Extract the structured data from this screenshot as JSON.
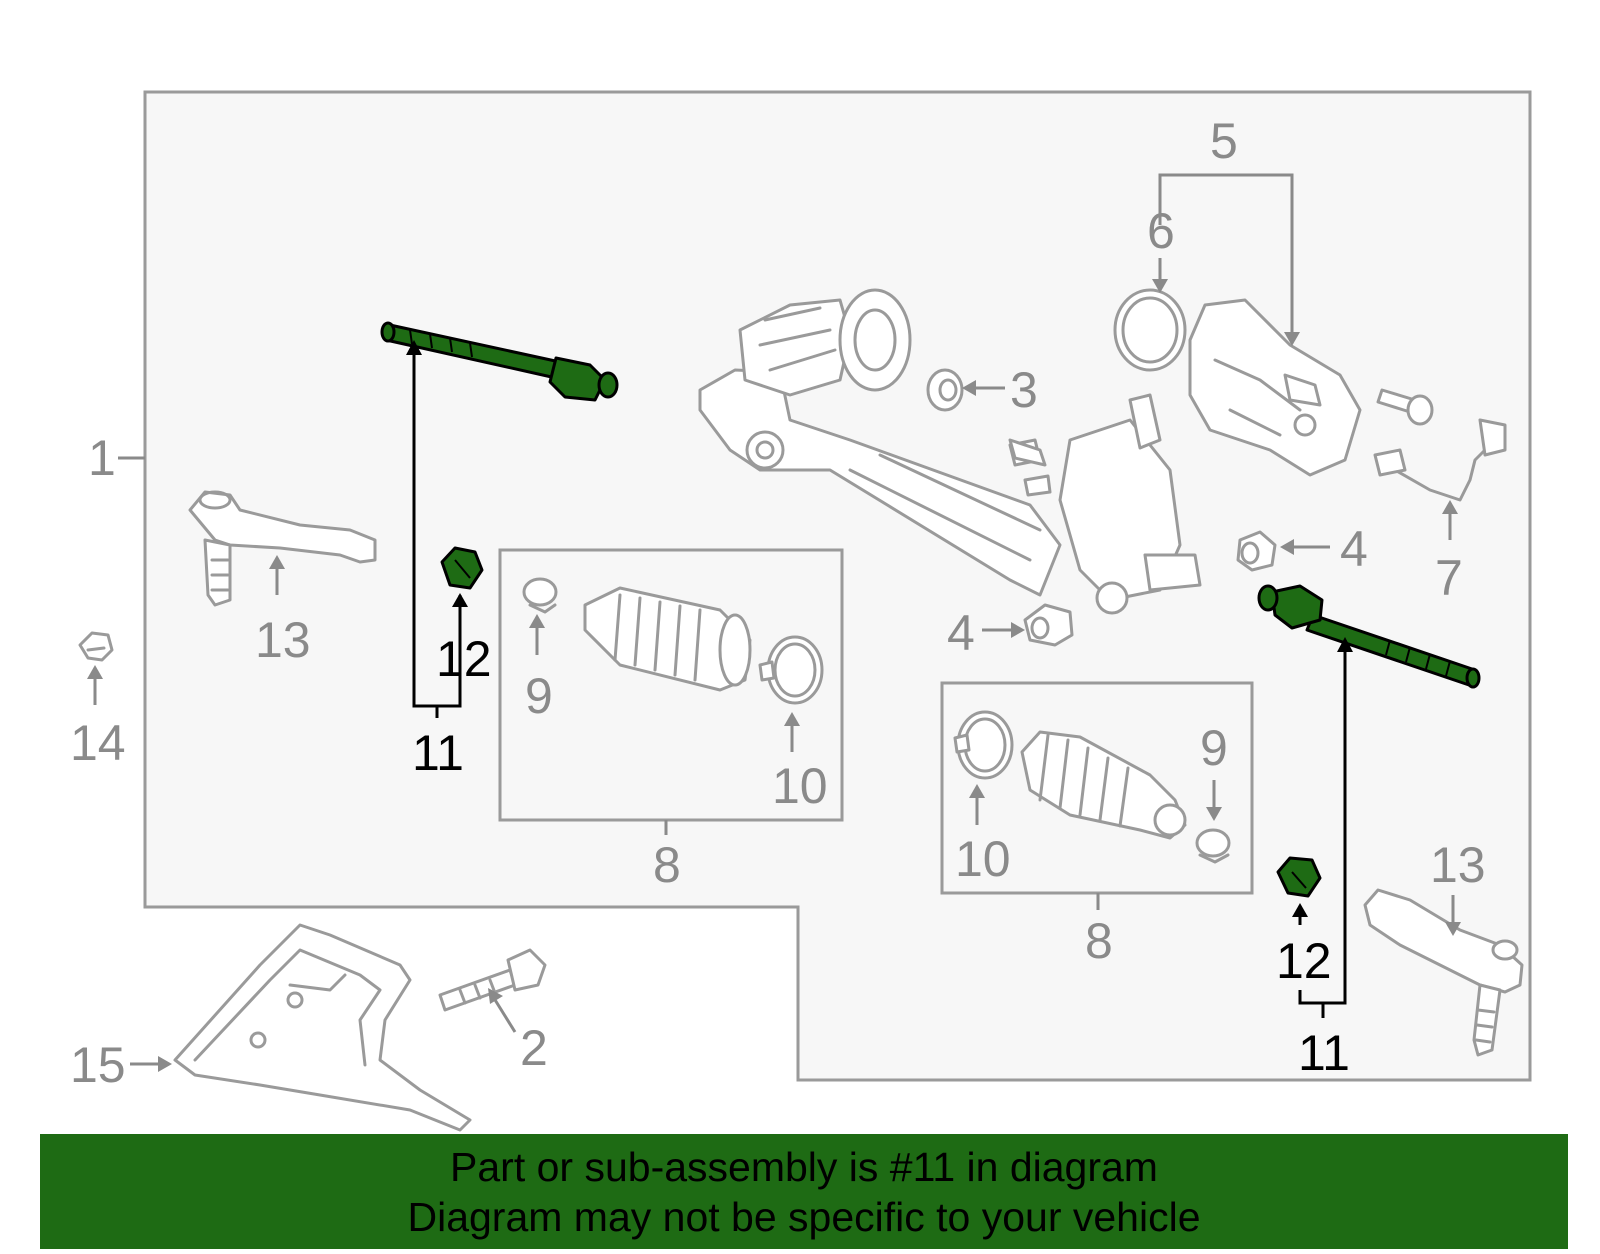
{
  "callouts": {
    "c1": "1",
    "c2": "2",
    "c3": "3",
    "c4a": "4",
    "c4b": "4",
    "c5": "5",
    "c6": "6",
    "c7": "7",
    "c8a": "8",
    "c8b": "8",
    "c9a": "9",
    "c9b": "9",
    "c10a": "10",
    "c10b": "10",
    "c11a": "11",
    "c11b": "11",
    "c12a": "12",
    "c12b": "12",
    "c13a": "13",
    "c13b": "13",
    "c14": "14",
    "c15": "15"
  },
  "highlight": {
    "part_number": "11",
    "color": "#1e6b14",
    "line_color": "#000000"
  },
  "caption": {
    "line1": "Part or sub-assembly is #11 in diagram",
    "line2": "Diagram may not be specific to your vehicle"
  }
}
